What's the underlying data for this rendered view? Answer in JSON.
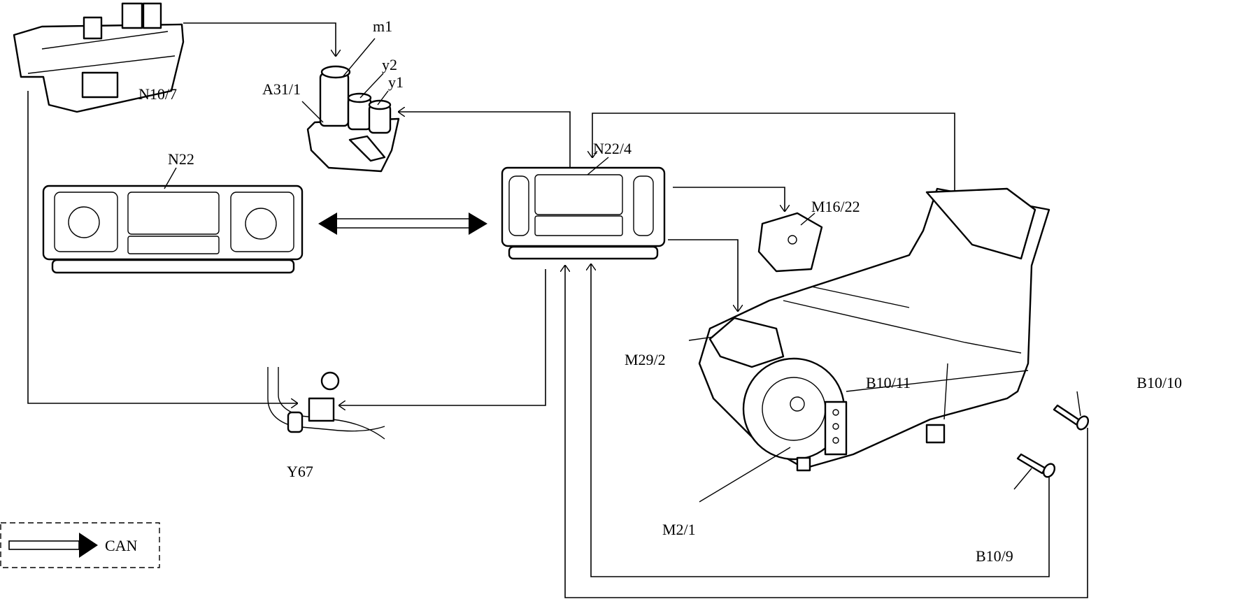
{
  "labels": {
    "fuse_relay_module": "N10/7",
    "valve_unit": "A31/1",
    "pump": "m1",
    "valve_y2": "y2",
    "valve_y1": "y1",
    "front_control_panel": "N22",
    "rear_control_unit": "N22/4",
    "actuator_motor": "M16/22",
    "recirculation_motor": "M29/2",
    "blower_motor": "M2/1",
    "sensor_b10_11": "B10/11",
    "sensor_b10_10": "B10/10",
    "sensor_b10_9": "B10/9",
    "shutoff_valve": "Y67"
  },
  "legend": {
    "can_label": "CAN",
    "can_symbol": "hollow-arrow-with-filled-head"
  },
  "colors": {
    "line": "#000000",
    "background": "#ffffff"
  }
}
